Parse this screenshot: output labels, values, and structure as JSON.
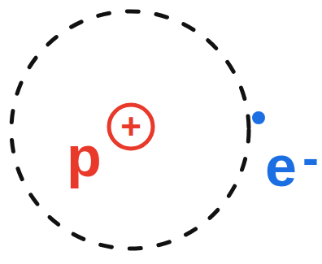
{
  "diagram": {
    "labels": [
      "p",
      "+",
      "e",
      "-"
    ]
  }
}
